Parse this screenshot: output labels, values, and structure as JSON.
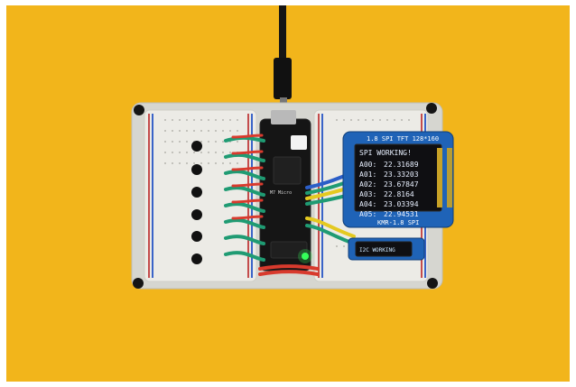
{
  "tft": {
    "title": "1.8 SPI TFT 128*160",
    "status": "SPI WORKING!",
    "rows": [
      {
        "label": "A00:",
        "value": "22.31689"
      },
      {
        "label": "A01:",
        "value": "23.33203"
      },
      {
        "label": "A02:",
        "value": "23.67847"
      },
      {
        "label": "A03:",
        "value": "22.8164"
      },
      {
        "label": "A04:",
        "value": "23.03394"
      },
      {
        "label": "A05:",
        "value": "22.94531"
      }
    ],
    "footer": "KMR-1.8 SPI"
  },
  "oled": {
    "text": "I2C WORKING"
  },
  "mcu": {
    "silk_label": "M7 Micro"
  },
  "colors": {
    "background": "#f2b51b",
    "breadboard": "#ecebe6",
    "tft_pcb": "#1f63b7",
    "mcu_pcb": "#151515",
    "wire_red": "#d83a2d",
    "wire_green": "#1f9b73",
    "wire_blue": "#2b5ec7",
    "wire_yellow": "#e4c920",
    "led_green": "#35ff5a"
  }
}
